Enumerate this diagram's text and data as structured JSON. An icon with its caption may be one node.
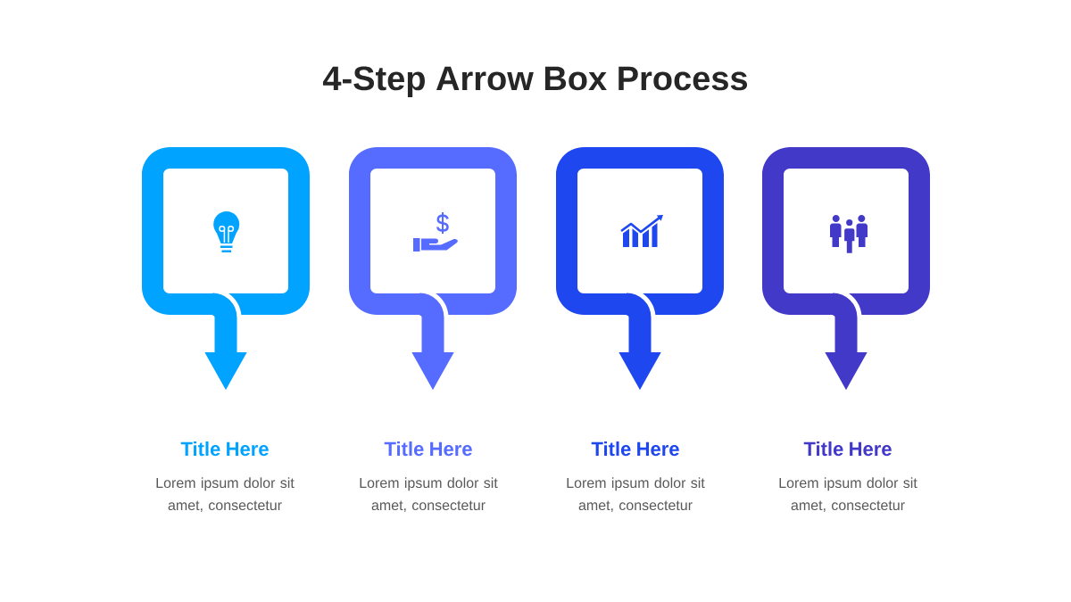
{
  "diagram": {
    "title": "4-Step Arrow Box Process",
    "nodes": [
      {
        "text": [],
        "shape": "box",
        "beside": [
          "Title Here",
          "Lorem ipsum dolor sit amet, consectetur"
        ]
      },
      {
        "text": [],
        "shape": "box",
        "beside": [
          "Title Here",
          "Lorem ipsum dolor sit amet, consectetur"
        ]
      },
      {
        "text": [],
        "shape": "box",
        "beside": [
          "Title Here",
          "Lorem ipsum dolor sit amet, consectetur"
        ]
      },
      {
        "text": [],
        "shape": "box",
        "beside": [
          "Title Here",
          "Lorem ipsum dolor sit amet, consectetur"
        ]
      }
    ],
    "edges": [
      {
        "from": 0,
        "to": null,
        "arrow": "to",
        "color": "#00a3ff"
      },
      {
        "from": 1,
        "to": null,
        "arrow": "to",
        "color": "#566bff"
      },
      {
        "from": 2,
        "to": null,
        "arrow": "to",
        "color": "#1e47f0"
      },
      {
        "from": 3,
        "to": null,
        "arrow": "to",
        "color": "#4339c8"
      }
    ]
  }
}
